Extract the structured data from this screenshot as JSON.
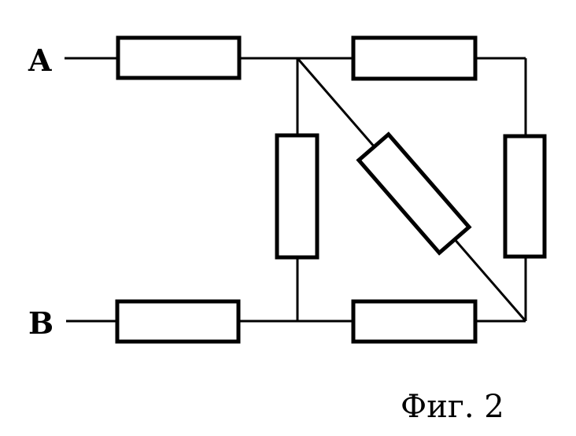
{
  "terminals": {
    "a_label": "A",
    "b_label": "B"
  },
  "caption": "Фиг. 2",
  "colors": {
    "stroke": "#000000",
    "background": "#ffffff"
  }
}
